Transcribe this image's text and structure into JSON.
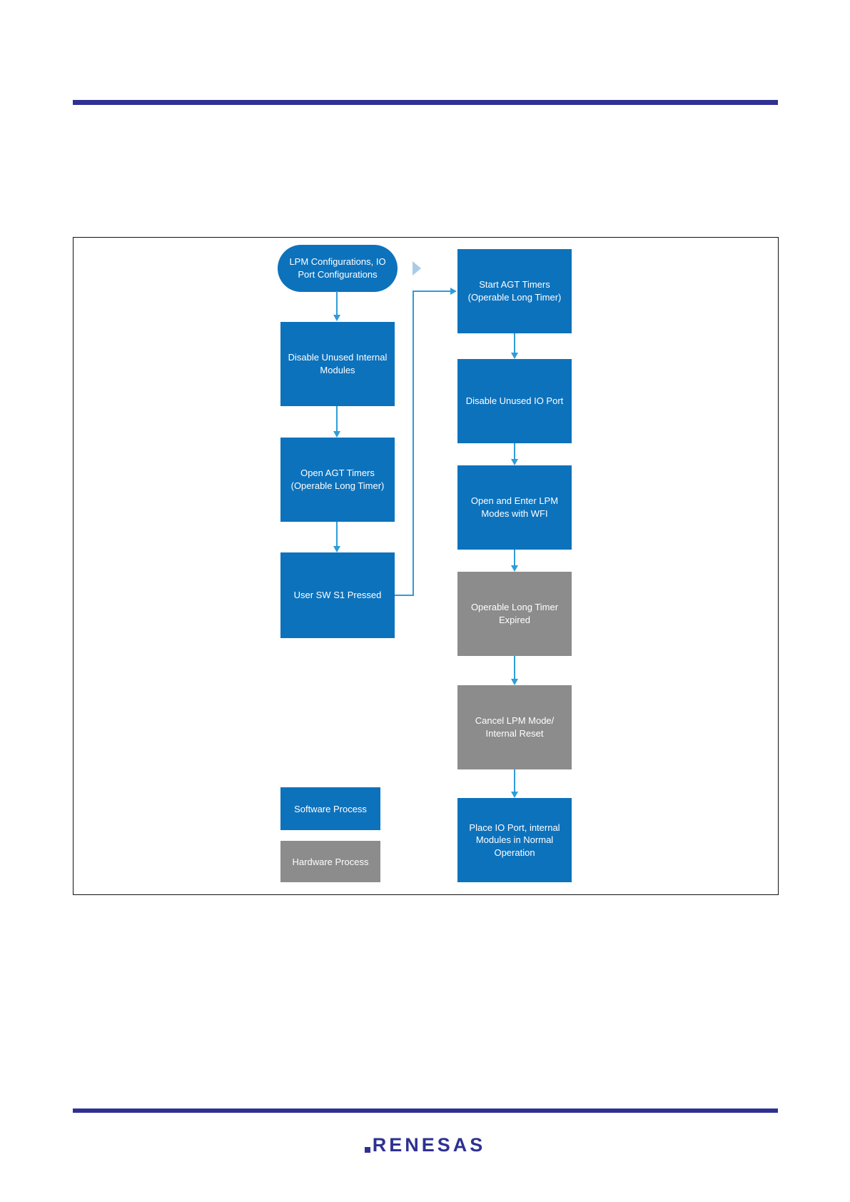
{
  "document": {
    "accent_rule_color": "#2e3192",
    "logo_text": "RENESAS"
  },
  "flowchart": {
    "colors": {
      "software_blue": "#0d72bc",
      "hardware_gray": "#8c8c8c",
      "connector_blue": "#2f9cd9",
      "start_marker_light_blue": "#a9cbe8"
    },
    "start_node": "LPM Configurations, IO Port Configurations",
    "left_column": [
      "Disable Unused Internal Modules",
      "Open AGT Timers (Operable Long Timer)",
      "User SW S1 Pressed"
    ],
    "right_column": [
      "Start AGT Timers (Operable Long Timer)",
      "Disable Unused IO Port",
      "Open and Enter LPM Modes with WFI",
      "Operable Long Timer Expired",
      "Cancel LPM Mode/ Internal Reset",
      "Place IO Port, internal Modules in Normal Operation"
    ],
    "legend": {
      "software": "Software Process",
      "hardware": "Hardware Process"
    }
  }
}
